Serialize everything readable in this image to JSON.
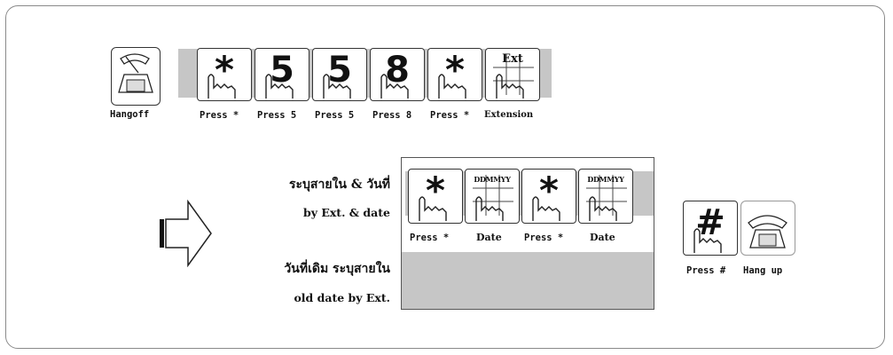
{
  "top_row": {
    "hangoff_label": "Hangoff",
    "keys": [
      {
        "glyph": "*",
        "caption": "Press *"
      },
      {
        "glyph": "5",
        "caption": "Press 5"
      },
      {
        "glyph": "5",
        "caption": "Press 5"
      },
      {
        "glyph": "8",
        "caption": "Press 8"
      },
      {
        "glyph": "*",
        "caption": "Press *"
      },
      {
        "glyph": "Ext",
        "caption": "Extension"
      }
    ]
  },
  "options": {
    "option1_thai": "ระบุสายใน & วันที่",
    "option1_eng": "by Ext. & date",
    "option2_thai": "วันที่เดิม ระบุสายใน",
    "option2_eng": "old date by Ext.",
    "keys": [
      {
        "glyph": "*",
        "caption": "Press *"
      },
      {
        "glyph": "DDMMYY",
        "caption": "Date"
      },
      {
        "glyph": "*",
        "caption": "Press *"
      },
      {
        "glyph": "DDMMYY",
        "caption": "Date"
      }
    ]
  },
  "end": {
    "hash_glyph": "#",
    "hash_caption": "Press #",
    "hangup_caption": "Hang up"
  },
  "colors": {
    "band": "#c6c6c6",
    "frame": "#8a8a8a"
  }
}
